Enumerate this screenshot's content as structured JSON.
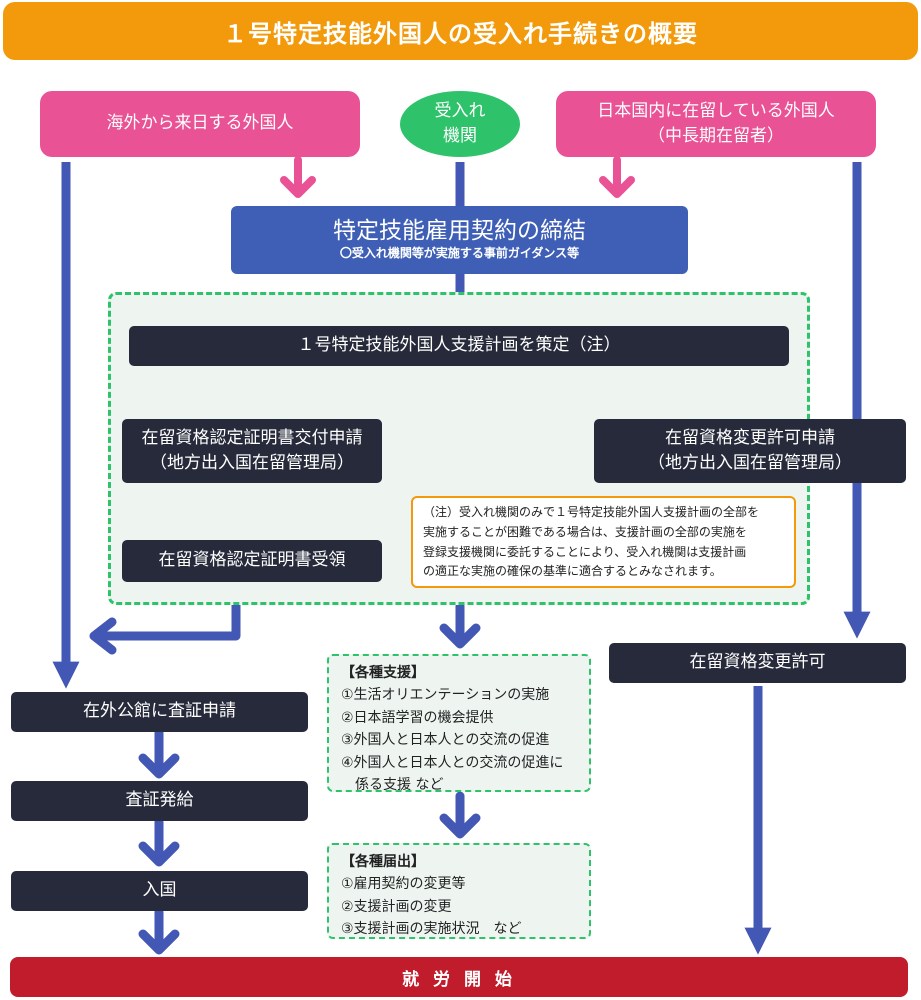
{
  "title": "１号特定技能外国人の受入れ手続きの概要",
  "sources": {
    "overseas": "海外から来日する外国人",
    "host_line1": "受入れ",
    "host_line2": "機関",
    "domestic_line1": "日本国内に在留している外国人",
    "domestic_line2": "（中長期在留者）"
  },
  "contract": {
    "title": "特定技能雇用契約の締結",
    "subtitle": "〇受入れ機関等が実施する事前ガイダンス等"
  },
  "support_plan": "１号特定技能外国人支援計画を策定（注）",
  "left_flow": {
    "coe_application_line1": "在留資格認定証明書交付申請",
    "coe_application_line2": "（地方出入国在留管理局）",
    "coe_receipt": "在留資格認定証明書受領",
    "visa_application": "在外公館に査証申請",
    "visa_issued": "査証発給",
    "entry": "入国"
  },
  "right_flow": {
    "status_change_application_line1": "在留資格変更許可申請",
    "status_change_application_line2": "（地方出入国在留管理局）",
    "status_change_permitted": "在留資格変更許可"
  },
  "note_lines": [
    "（注）受入れ機関のみで１号特定技能外国人支援計画の全部を",
    "実施することが困難である場合は、支援計画の全部の実施を",
    "登録支援機関に委託することにより、受入れ機関は支援計画",
    "の適正な実施の確保の基準に適合するとみなされます。"
  ],
  "supports": {
    "heading": "【各種支援】",
    "items": [
      "①生活オリエンテーションの実施",
      "②日本語学習の機会提供",
      "③外国人と日本人との交流の促進",
      "④外国人と日本人との交流の促進に",
      "係る支援 など"
    ]
  },
  "notifications": {
    "heading": "【各種届出】",
    "items": [
      "①雇用契約の変更等",
      "②支援計画の変更",
      "③支援計画の実施状況　など"
    ]
  },
  "employment_start": "就 労 開 始",
  "colors": {
    "title_orange": "#f29a0b",
    "source_pink": "#e95295",
    "host_green": "#2ec36a",
    "contract_blue": "#3f5fb6",
    "arrow_blue": "#4357b5",
    "arrow_pink": "#e95295",
    "step_dark": "#262a3a",
    "end_red": "#c01c2c"
  }
}
